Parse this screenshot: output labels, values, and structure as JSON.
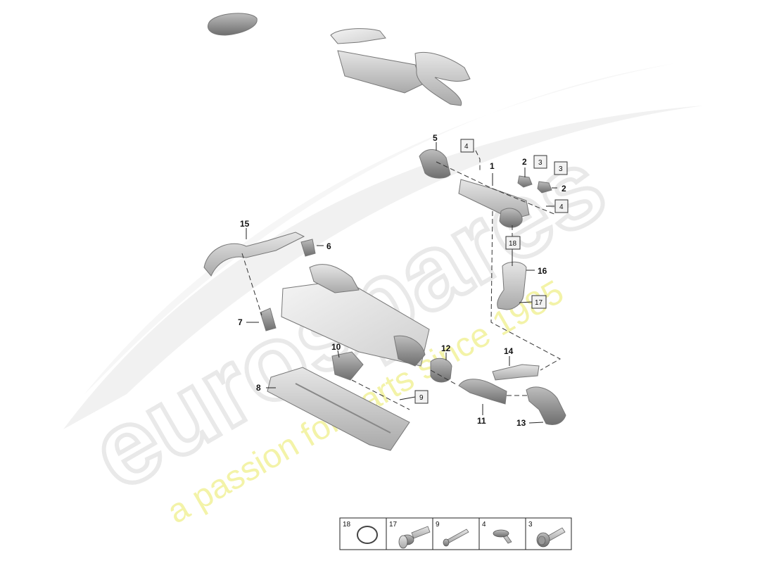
{
  "watermark": {
    "brand": "eurospares",
    "tagline": "a passion for parts since 1985"
  },
  "callouts": [
    {
      "id": "c1",
      "label": "1"
    },
    {
      "id": "c2a",
      "label": "2"
    },
    {
      "id": "c2b",
      "label": "2"
    },
    {
      "id": "c5",
      "label": "5"
    },
    {
      "id": "c6",
      "label": "6"
    },
    {
      "id": "c7",
      "label": "7"
    },
    {
      "id": "c8",
      "label": "8"
    },
    {
      "id": "c10",
      "label": "10"
    },
    {
      "id": "c11",
      "label": "11"
    },
    {
      "id": "c12",
      "label": "12"
    },
    {
      "id": "c13",
      "label": "13"
    },
    {
      "id": "c14",
      "label": "14"
    },
    {
      "id": "c15",
      "label": "15"
    },
    {
      "id": "c16",
      "label": "16"
    }
  ],
  "boxed_refs": [
    {
      "id": "b4a",
      "label": "4"
    },
    {
      "id": "b3a",
      "label": "3"
    },
    {
      "id": "b3b",
      "label": "3"
    },
    {
      "id": "b4b",
      "label": "4"
    },
    {
      "id": "b18",
      "label": "18"
    },
    {
      "id": "b17",
      "label": "17"
    },
    {
      "id": "b9",
      "label": "9"
    }
  ],
  "legend": [
    {
      "label": "18",
      "icon": "o-ring-icon"
    },
    {
      "label": "17",
      "icon": "flange-bolt-icon"
    },
    {
      "label": "9",
      "icon": "expanding-rivet-icon"
    },
    {
      "label": "4",
      "icon": "flat-head-screw-icon"
    },
    {
      "label": "3",
      "icon": "flange-screw-icon"
    }
  ]
}
